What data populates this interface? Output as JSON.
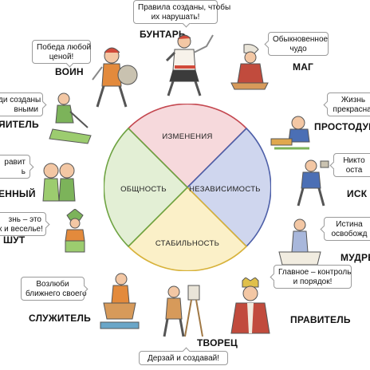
{
  "sectors": {
    "top": {
      "label": "ИЗМЕНЕНИЯ",
      "color": "#f6d9dc",
      "stroke": "#c4474f"
    },
    "right": {
      "label": "НЕЗАВИСИМОСТЬ",
      "color": "#cfd6ee",
      "stroke": "#4d5fa8"
    },
    "bottom": {
      "label": "СТАБИЛЬНОСТЬ",
      "color": "#fbf0c8",
      "stroke": "#d7b23a"
    },
    "left": {
      "label": "ОБЩНОСТЬ",
      "color": "#e3efd5",
      "stroke": "#6ea342"
    }
  },
  "archetypes": [
    {
      "title": "БУНТАРЬ",
      "quote": [
        "Правила созданы, чтобы",
        "их нарушать!"
      ]
    },
    {
      "title": "ВОИН",
      "quote": [
        "Победа любой",
        "ценой!"
      ]
    },
    {
      "title": "МАГ",
      "quote": [
        "Обыкновенное",
        "чудо"
      ]
    },
    {
      "title": "ЯИТЕЛЬ",
      "quote": [
        "ди созданы",
        "вными"
      ]
    },
    {
      "title": "ПРОСТОДУШ",
      "quote": [
        "Жизнь",
        "прекрасна!"
      ]
    },
    {
      "title": "ЕННЫЙ",
      "quote": [
        "равит",
        "ь"
      ]
    },
    {
      "title": "ИСК",
      "quote": [
        "Никто",
        "оста"
      ]
    },
    {
      "title": "ШУТ",
      "quote": [
        "знь – это",
        "к и веселье!"
      ]
    },
    {
      "title": "МУДРЕ",
      "quote": [
        "Истина",
        "освобожд"
      ]
    },
    {
      "title": "СЛУЖИТЕЛЬ",
      "quote": [
        "Возлюби",
        "ближнего своего"
      ]
    },
    {
      "title": "ПРАВИТЕЛЬ",
      "quote": [
        "Главное – контроль",
        "и порядок!"
      ]
    },
    {
      "title": "ТВОРЕЦ",
      "quote": [
        "Дерзай и создавай!"
      ]
    }
  ]
}
